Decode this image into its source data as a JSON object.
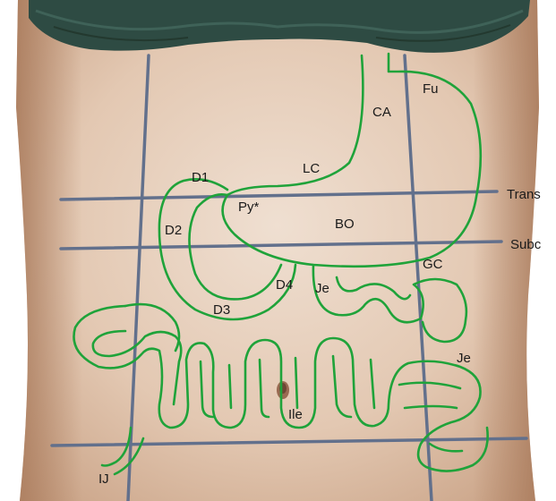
{
  "colors": {
    "skin_light": "#ead7c6",
    "skin_mid": "#d9b79c",
    "skin_dark": "#b88c6d",
    "garment": "#2e4b43",
    "grid_lines": "#62708c",
    "organ_outline": "#1fa33a"
  },
  "labels": {
    "fu": "Fu",
    "ca": "CA",
    "lc": "LC",
    "d1": "D1",
    "py": "Py*",
    "bo": "BO",
    "d2": "D2",
    "gc": "GC",
    "d4": "D4",
    "je_upper": "Je",
    "d3": "D3",
    "je_right": "Je",
    "ile": "Ile",
    "ij": "IJ"
  },
  "planes": {
    "trans": "Trans",
    "subc": "Subc"
  }
}
